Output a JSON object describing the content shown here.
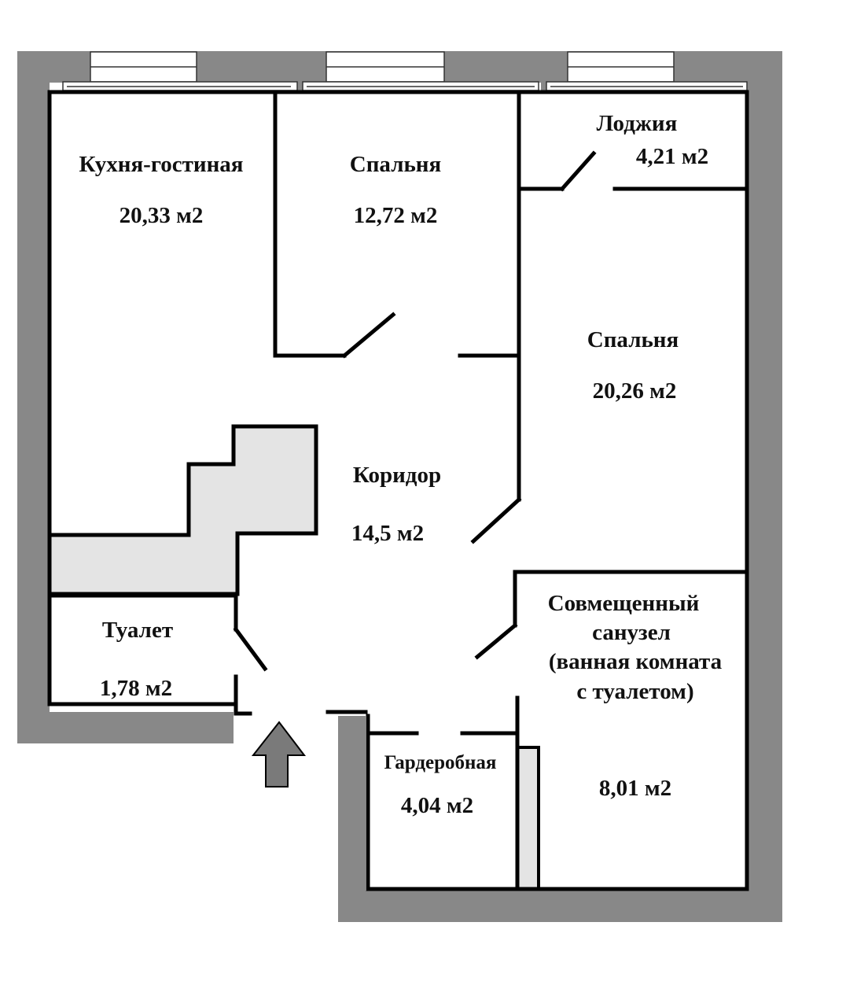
{
  "colors": {
    "outer_wall": "#888888",
    "inner_wall": "#000000",
    "shaft": "#e4e4e4",
    "arrow": "#7a7a7a"
  },
  "rooms": [
    {
      "id": "kitchen",
      "name": "Кухня-гостиная",
      "area": "20,33 м2"
    },
    {
      "id": "bedroom1",
      "name": "Спальня",
      "area": "12,72 м2"
    },
    {
      "id": "loggia",
      "name": "Лоджия",
      "area": "4,21 м2"
    },
    {
      "id": "bedroom2",
      "name": "Спальня",
      "area": "20,26 м2"
    },
    {
      "id": "corridor",
      "name": "Коридор",
      "area": "14,5 м2"
    },
    {
      "id": "bathroom",
      "name_lines": [
        "Совмещенный",
        "санузел",
        "(ванная комната",
        "с туалетом)"
      ],
      "area": "8,01 м2"
    },
    {
      "id": "toilet",
      "name": "Туалет",
      "area": "1,78 м2"
    },
    {
      "id": "wardrobe",
      "name": "Гардеробная",
      "area": "4,04 м2"
    }
  ],
  "entrance_icon": "arrow-up-icon"
}
